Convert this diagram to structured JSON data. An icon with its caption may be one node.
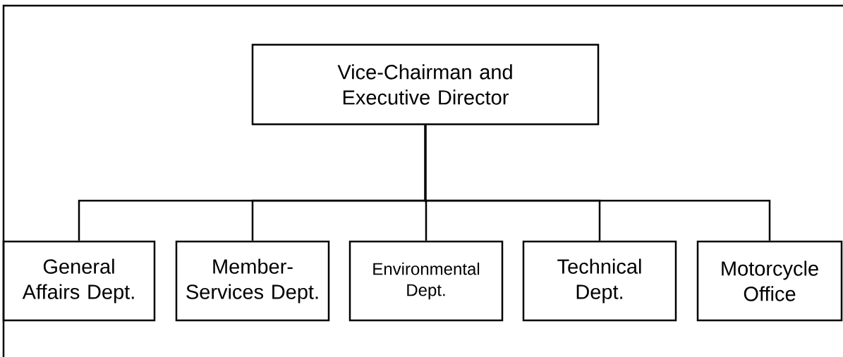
{
  "diagram": {
    "nodes": [
      {
        "text": [
          "Vice-Chairman and Executive Director"
        ]
      },
      {
        "text": [
          "General Affairs Dept."
        ]
      },
      {
        "text": [
          "Member-Services Dept."
        ]
      },
      {
        "text": [
          "Environmental Dept."
        ]
      },
      {
        "text": [
          "Technical Dept."
        ]
      },
      {
        "text": [
          "Motorcycle Office"
        ]
      }
    ],
    "edges": [
      {
        "from": 0,
        "to": 1,
        "arrow": "none"
      },
      {
        "from": 0,
        "to": 2,
        "arrow": "none"
      },
      {
        "from": 0,
        "to": 3,
        "arrow": "none"
      },
      {
        "from": 0,
        "to": 4,
        "arrow": "none"
      },
      {
        "from": 0,
        "to": 5,
        "arrow": "none"
      }
    ]
  }
}
